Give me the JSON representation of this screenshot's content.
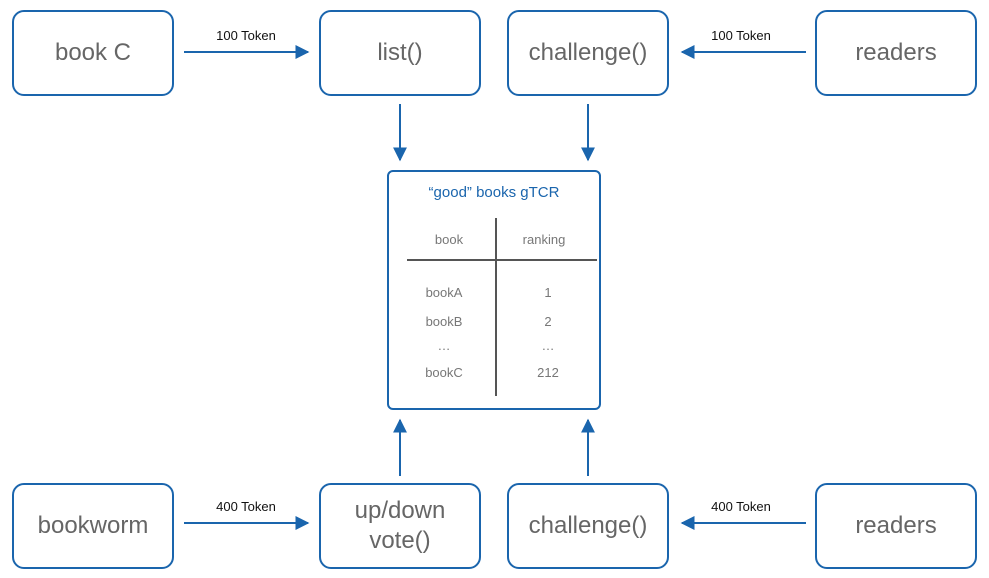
{
  "top_row": {
    "book_c": "book C",
    "list": "list()",
    "challenge": "challenge()",
    "readers": "readers",
    "left_arrow_label": "100 Token",
    "right_arrow_label": "100 Token"
  },
  "bottom_row": {
    "bookworm": "bookworm",
    "vote_line1": "up/down",
    "vote_line2": "vote()",
    "challenge": "challenge()",
    "readers": "readers",
    "left_arrow_label": "400 Token",
    "right_arrow_label": "400 Token"
  },
  "registry": {
    "title": "“good” books gTCR",
    "columns": [
      "book",
      "ranking"
    ],
    "rows": [
      [
        "bookA",
        "1"
      ],
      [
        "bookB",
        "2"
      ],
      [
        "…",
        "…"
      ],
      [
        "bookC",
        "212"
      ]
    ]
  },
  "colors": {
    "accent": "#1a65ad",
    "text": "#666666"
  }
}
